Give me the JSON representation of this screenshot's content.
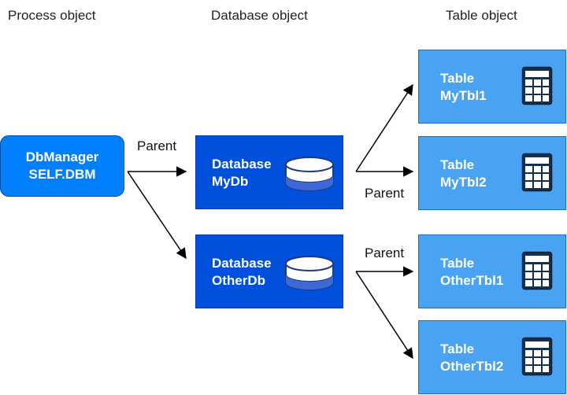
{
  "headers": {
    "process": "Process object",
    "database": "Database object",
    "table": "Table object"
  },
  "process": {
    "line1": "DbManager",
    "line2": "SELF.DBM"
  },
  "databases": [
    {
      "line1": "Database",
      "line2": "MyDb"
    },
    {
      "line1": "Database",
      "line2": "OtherDb"
    }
  ],
  "tables": [
    {
      "line1": "Table",
      "line2": "MyTbl1"
    },
    {
      "line1": "Table",
      "line2": "MyTbl2"
    },
    {
      "line1": "Table",
      "line2": "OtherTbl1"
    },
    {
      "line1": "Table",
      "line2": "OtherTbl2"
    }
  ],
  "edge_labels": {
    "process_parent": "Parent",
    "mydb_parent": "Parent",
    "otherdb_parent": "Parent"
  },
  "icons": {
    "database": "database-cylinder-icon",
    "table": "table-grid-icon"
  },
  "colors": {
    "process_fill": "#007fff",
    "database_fill": "#0050dc",
    "table_fill": "#4aa3f2"
  }
}
